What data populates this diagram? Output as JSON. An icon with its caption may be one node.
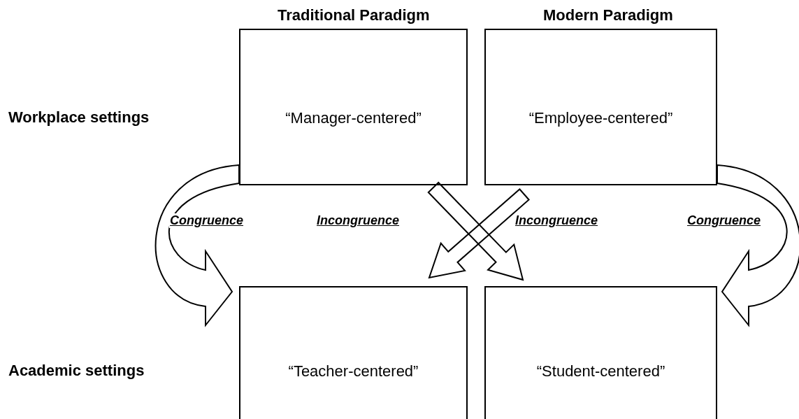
{
  "diagram": {
    "nodes": [
      {
        "text": [
          "“Manager-centered”"
        ]
      },
      {
        "text": [
          "“Employee-centered”"
        ]
      },
      {
        "text": [
          "“Teacher-centered”"
        ]
      },
      {
        "text": [
          "“Student-centered”"
        ]
      }
    ],
    "edges": [
      {
        "from": 0,
        "to": 2,
        "arrow": "to"
      },
      {
        "from": 0,
        "to": 3,
        "arrow": "to"
      },
      {
        "from": 1,
        "to": 2,
        "arrow": "to"
      },
      {
        "from": 1,
        "to": 3,
        "arrow": "to"
      }
    ],
    "labels": [
      "Traditional Paradigm",
      "Modern Paradigm",
      "Workplace settings",
      "Congruence",
      "Incongruence",
      "Incongruence",
      "Congruence",
      "Academic settings"
    ]
  }
}
